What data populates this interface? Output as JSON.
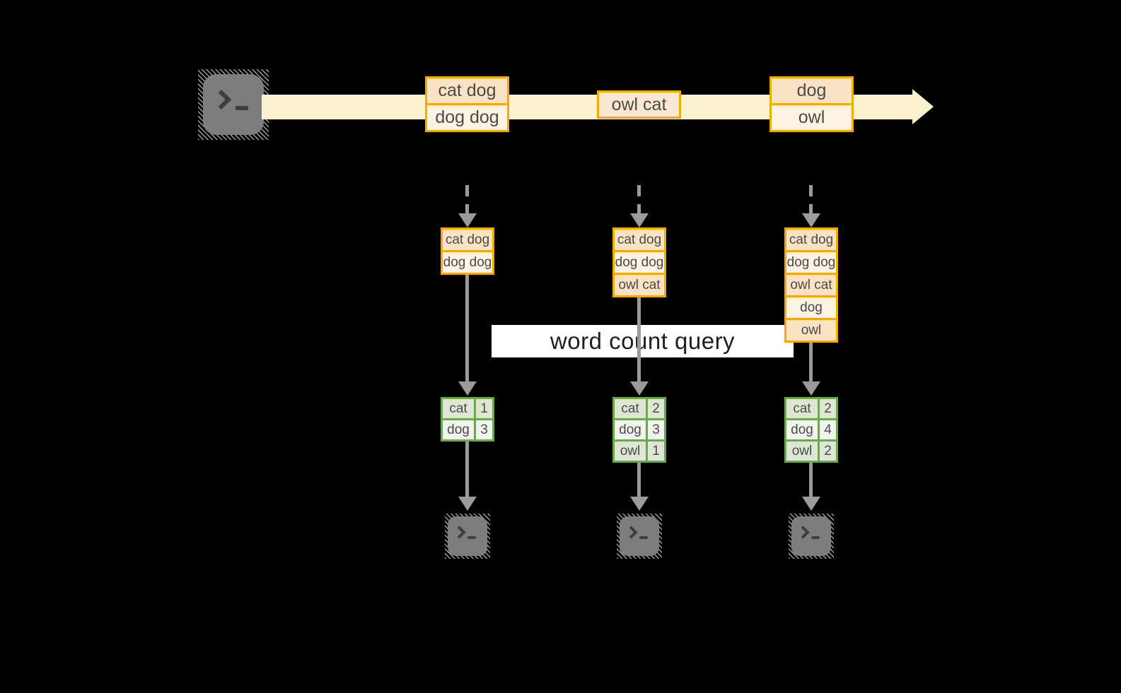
{
  "banner": {
    "label": "word count query"
  },
  "stream": {
    "source_icon": "terminal-icon",
    "events": [
      {
        "lines": [
          "cat dog",
          "dog dog"
        ]
      },
      {
        "lines": [
          "owl cat"
        ]
      },
      {
        "lines": [
          "dog",
          "owl"
        ]
      }
    ]
  },
  "columns": [
    {
      "buffer": [
        "cat dog",
        "dog dog"
      ],
      "counts": [
        {
          "word": "cat",
          "count": "1"
        },
        {
          "word": "dog",
          "count": "3"
        }
      ],
      "sink_icon": "terminal-icon"
    },
    {
      "buffer": [
        "cat dog",
        "dog dog",
        "owl cat"
      ],
      "counts": [
        {
          "word": "cat",
          "count": "2"
        },
        {
          "word": "dog",
          "count": "3"
        },
        {
          "word": "owl",
          "count": "1"
        }
      ],
      "sink_icon": "terminal-icon"
    },
    {
      "buffer": [
        "cat dog",
        "dog dog",
        "owl cat",
        "dog",
        "owl"
      ],
      "counts": [
        {
          "word": "cat",
          "count": "2"
        },
        {
          "word": "dog",
          "count": "4"
        },
        {
          "word": "owl",
          "count": "2"
        }
      ],
      "sink_icon": "terminal-icon"
    }
  ],
  "colors": {
    "background": "#000000",
    "stream_arrow": "#FBF2CF",
    "event_border": "#F0AC00",
    "event_fill_dark": "#FAE3C4",
    "event_fill_light": "#FDF3E2",
    "table_border": "#6AA84E",
    "table_row_dark": "#DDE7D3",
    "table_row_light": "#F0F4EC",
    "arrow_gray": "#9B9B9B",
    "banner_bg": "#FFFFFF"
  }
}
